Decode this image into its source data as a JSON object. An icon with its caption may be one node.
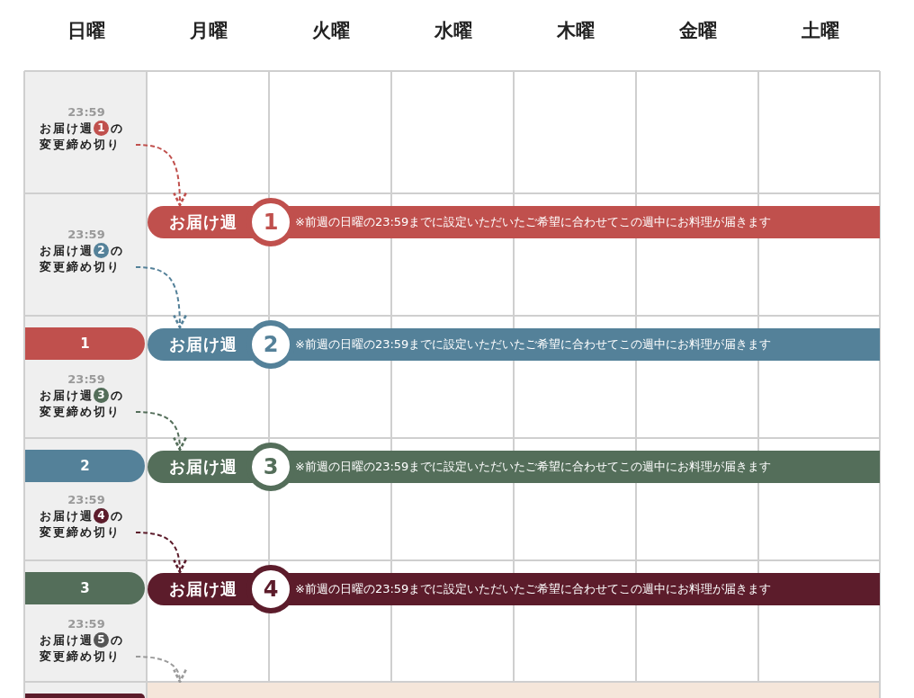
{
  "diagram": {
    "nodes": [
      {
        "text": [
          "23:59",
          "お届け週",
          "1",
          "の変更締め切り"
        ]
      },
      {
        "text": [
          "お届け週",
          "1",
          "※前週の日曜の23:59までに設定いただいたご希望に合わせてこの週中にお料理が届きます"
        ]
      },
      {
        "text": [
          "23:59",
          "お届け週",
          "2",
          "の変更締め切り"
        ]
      },
      {
        "text": [
          "1"
        ]
      },
      {
        "text": [
          "お届け週",
          "2",
          "※前週の日曜の23:59までに設定いただいたご希望に合わせてこの週中にお料理が届きます"
        ]
      },
      {
        "text": [
          "23:59",
          "お届け週",
          "3",
          "の変更締め切り"
        ]
      },
      {
        "text": [
          "2"
        ]
      },
      {
        "text": [
          "お届け週",
          "3",
          "※前週の日曜の23:59までに設定いただいたご希望に合わせてこの週中にお料理が届きます"
        ]
      },
      {
        "text": [
          "23:59",
          "お届け週",
          "4",
          "の変更締め切り"
        ]
      },
      {
        "text": [
          "3"
        ]
      },
      {
        "text": [
          "お届け週",
          "4",
          "※前週の日曜の23:59までに設定いただいたご希望に合わせてこの週中にお料理が届きます"
        ]
      },
      {
        "text": [
          "23:59",
          "お届け週",
          "5",
          "の変更締め切り"
        ]
      },
      {
        "text": [],
        "shape": "bar"
      },
      {
        "text": [],
        "shape": "bar"
      }
    ],
    "edges": [
      {
        "from": 0,
        "to": 1,
        "arrow": "to",
        "style": "dashed",
        "color": "#c0504d"
      },
      {
        "from": 2,
        "to": 4,
        "arrow": "to",
        "style": "dashed",
        "color": "#548199"
      },
      {
        "from": 5,
        "to": 7,
        "arrow": "to",
        "style": "dashed",
        "color": "#546e5a"
      },
      {
        "from": 8,
        "to": 10,
        "arrow": "to",
        "style": "dashed",
        "color": "#5c1c2b"
      },
      {
        "from": 11,
        "to": 13,
        "arrow": "to",
        "style": "dashed",
        "color": "#9a9a9a"
      }
    ],
    "labels": [
      "日曜",
      "月曜",
      "火曜",
      "水曜",
      "木曜",
      "金曜",
      "土曜"
    ]
  }
}
